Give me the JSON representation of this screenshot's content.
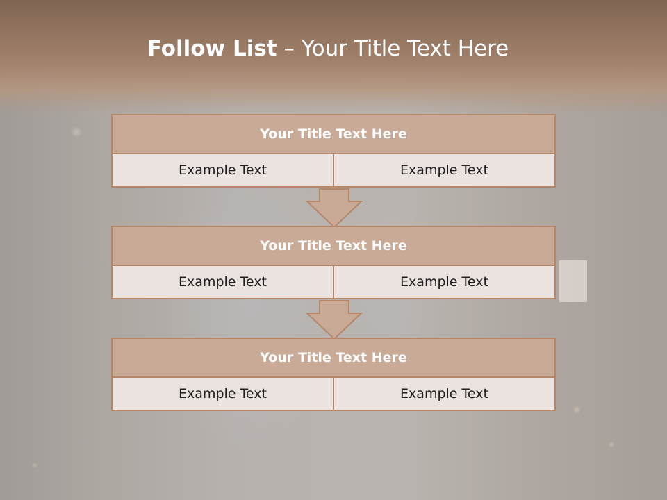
{
  "slide": {
    "title_bold": "Follow List",
    "title_rest": " – Your Title Text Here"
  },
  "steps": [
    {
      "title": "Your Title Text Here",
      "left": "Example Text",
      "right": "Example Text"
    },
    {
      "title": "Your Title Text Here",
      "left": "Example Text",
      "right": "Example Text"
    },
    {
      "title": "Your Title Text Here",
      "left": "Example Text",
      "right": "Example Text"
    }
  ],
  "colors": {
    "accent": "#b4876b",
    "header_fill": "#c8aa97",
    "cell_fill": "#e7dfdb",
    "title_text": "#ffffff"
  },
  "icons": {
    "connector": "down-arrow-icon"
  }
}
